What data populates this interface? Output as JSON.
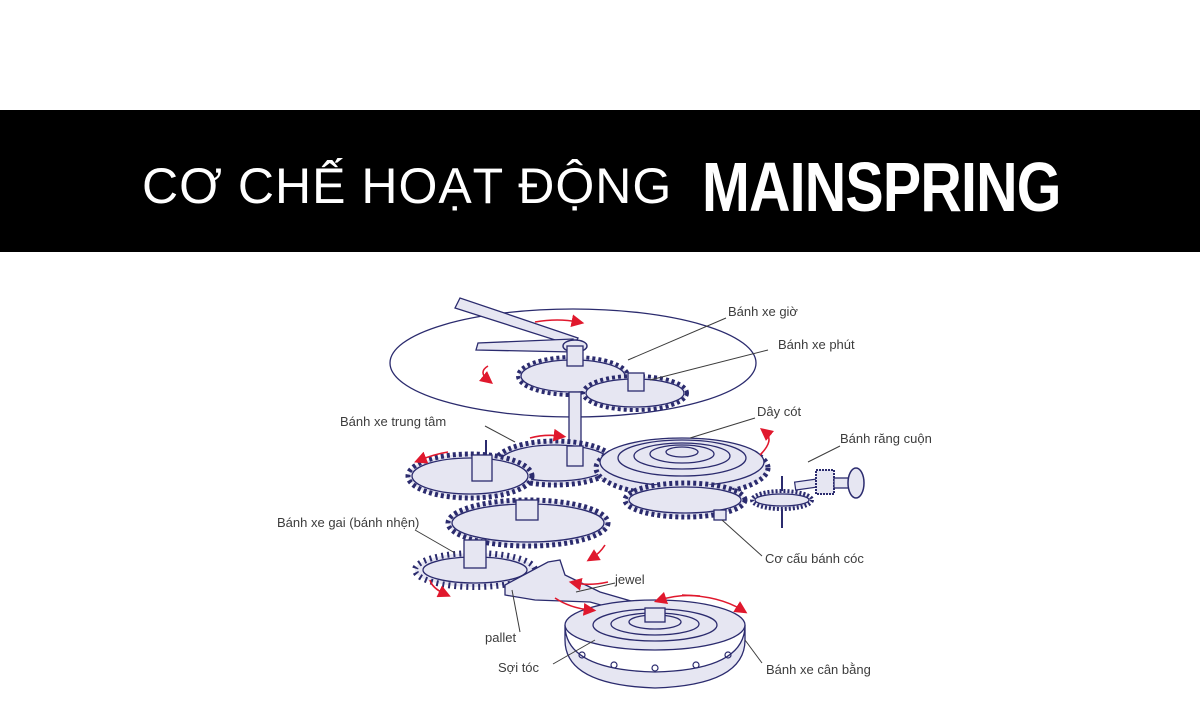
{
  "title": {
    "part1": "CƠ CHẾ HOẠT ĐỘNG",
    "part2": "MAINSPRING"
  },
  "labels": {
    "hour_wheel": "Bánh xe giờ",
    "minute_wheel": "Bánh xe phút",
    "mainspring": "Dây cót",
    "center_wheel": "Bánh xe trung tâm",
    "crown_wheel": "Bánh răng cuộn",
    "escape_wheel": "Bánh xe gai (bánh nhện)",
    "ratchet": "Cơ cấu bánh cóc",
    "jewel": "jewel",
    "pallet": "pallet",
    "hairspring": "Sợi tóc",
    "balance_wheel": "Bánh xe cân bằng"
  },
  "colors": {
    "banner": "#000000",
    "title_text": "#ffffff",
    "outline": "#2b2b6e",
    "fill": "#e6e6f2",
    "arrow": "#e0182d",
    "label": "#3c3c3c"
  }
}
